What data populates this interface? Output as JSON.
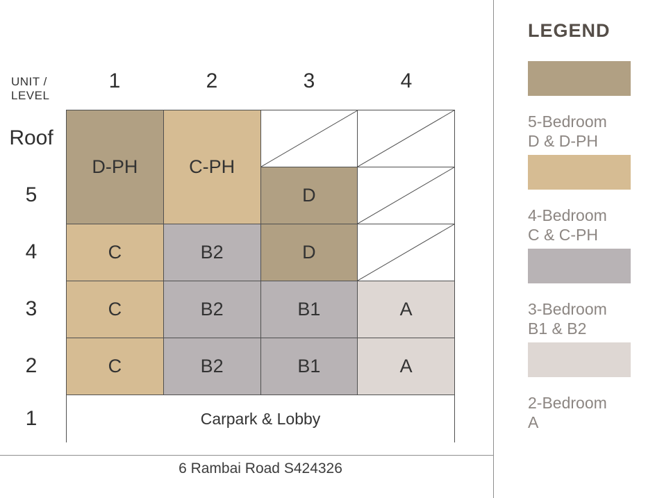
{
  "colors": {
    "bedroom5": "#b1a083",
    "bedroom4": "#d6bc93",
    "bedroom3": "#b8b3b5",
    "bedroom2": "#ded7d3"
  },
  "axis": {
    "corner_line1": "UNIT /",
    "corner_line2": "LEVEL",
    "columns": [
      "1",
      "2",
      "3",
      "4"
    ],
    "rows": [
      "Roof",
      "5",
      "4",
      "3",
      "2",
      "1"
    ]
  },
  "cells": {
    "d_ph": "D-PH",
    "c_ph": "C-PH",
    "d_l5": "D",
    "c_l4": "C",
    "b2_l4": "B2",
    "d_l4": "D",
    "c_l3": "C",
    "b2_l3": "B2",
    "b1_l3": "B1",
    "a_l3": "A",
    "c_l2": "C",
    "b2_l2": "B2",
    "b1_l2": "B1",
    "a_l2": "A",
    "carpark": "Carpark & Lobby"
  },
  "footer": {
    "address": "6 Rambai Road S424326"
  },
  "legend": {
    "title": "LEGEND",
    "entries": [
      {
        "line1": "5-Bedroom",
        "line2": "D & D-PH",
        "color": "#b1a083"
      },
      {
        "line1": "4-Bedroom",
        "line2": "C & C-PH",
        "color": "#d6bc93"
      },
      {
        "line1": "3-Bedroom",
        "line2": "B1 & B2",
        "color": "#b8b3b5"
      },
      {
        "line1": "2-Bedroom",
        "line2": "A",
        "color": "#ded7d3"
      }
    ]
  }
}
